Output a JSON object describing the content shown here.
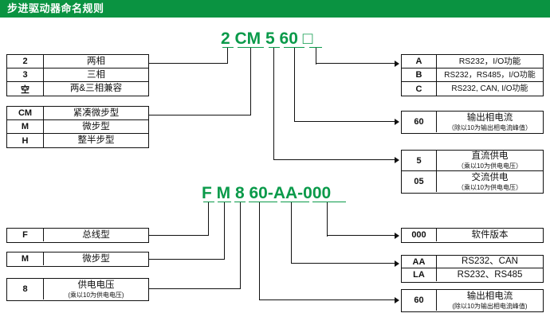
{
  "header": {
    "title": "步进驱动器命名规则"
  },
  "models": {
    "top": {
      "text": "2 CM 5 60 □",
      "parts": [
        "2",
        "CM",
        "5",
        "60",
        "□"
      ]
    },
    "bottom": {
      "text": "F M 8 60-AA-000",
      "parts": [
        "F",
        "M",
        "8",
        "60-",
        "AA-",
        "000"
      ]
    }
  },
  "tables": {
    "phase": {
      "rows": [
        {
          "code": "2",
          "desc": "两相"
        },
        {
          "code": "3",
          "desc": "三相"
        },
        {
          "code": "空",
          "desc": "两&三相兼容"
        }
      ]
    },
    "drive_type": {
      "rows": [
        {
          "code": "CM",
          "desc": "紧凑微步型"
        },
        {
          "code": "M",
          "desc": "微步型"
        },
        {
          "code": "H",
          "desc": "整半步型"
        }
      ]
    },
    "comm_top": {
      "rows": [
        {
          "code": "A",
          "desc": "RS232，I/O功能"
        },
        {
          "code": "B",
          "desc": "RS232，RS485，I/O功能"
        },
        {
          "code": "C",
          "desc": "RS232, CAN, I/O功能"
        }
      ]
    },
    "current_top": {
      "rows": [
        {
          "code": "60",
          "desc": "输出相电流",
          "sub": "（除以10为输出相电流峰值）"
        }
      ]
    },
    "supply_top": {
      "rows": [
        {
          "code": "5",
          "desc": "直流供电",
          "sub": "（乘以10为供电电压）"
        },
        {
          "code": "05",
          "desc": "交流供电",
          "sub": "（乘以10为供电电压）"
        }
      ]
    },
    "bus_type": {
      "rows": [
        {
          "code": "F",
          "desc": "总线型"
        }
      ]
    },
    "micro_type": {
      "rows": [
        {
          "code": "M",
          "desc": "微步型"
        }
      ]
    },
    "supply_voltage": {
      "rows": [
        {
          "code": "8",
          "desc": "供电电压",
          "sub": "(乘以10为供电电压)"
        }
      ]
    },
    "sw_version": {
      "rows": [
        {
          "code": "000",
          "desc": "软件版本"
        }
      ]
    },
    "comm_bottom": {
      "rows": [
        {
          "code": "AA",
          "desc": "RS232、CAN"
        },
        {
          "code": "LA",
          "desc": "RS232、RS485"
        }
      ]
    },
    "current_bottom": {
      "rows": [
        {
          "code": "60",
          "desc": "输出相电流",
          "sub": "(除以10为输出相电流峰值)"
        }
      ]
    }
  },
  "colors": {
    "header_green": "#0a9341",
    "code_green": "#0a9a4a",
    "line": "#111111"
  }
}
